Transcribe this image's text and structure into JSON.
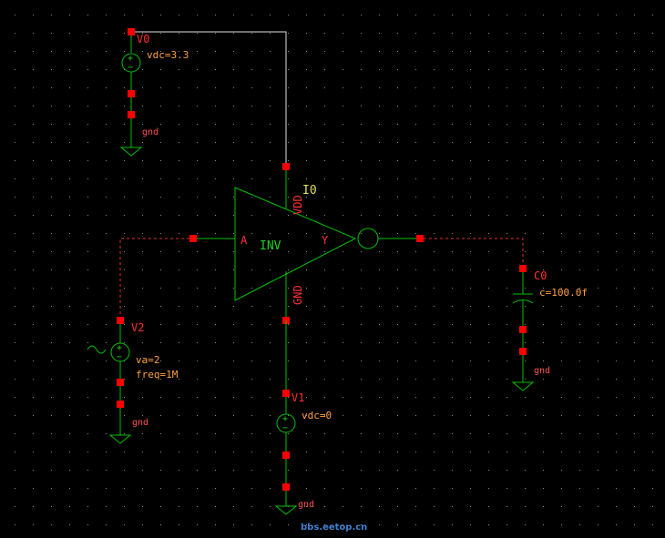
{
  "colors": {
    "background": "#000000",
    "wire": "#00c000",
    "pin": "#ff0000",
    "net_dashed": "#e03030",
    "label_orange": "#ffa040",
    "label_red": "#ff3030",
    "watermark": "#4080d0"
  },
  "components": {
    "v0": {
      "name": "V0",
      "param": "vdc=3.3",
      "ground": "gnd"
    },
    "v1": {
      "name": "V1",
      "param": "vdc=0",
      "ground": "gnd"
    },
    "v2": {
      "name": "V2",
      "param1": "va=2",
      "param2": "freq=1M",
      "ground": "gnd"
    },
    "c0": {
      "name": "C0",
      "param": "c=100.0f",
      "ground": "gnd"
    },
    "i0": {
      "name": "I0",
      "cell": "INV",
      "pin_a": "A",
      "pin_y": "Y",
      "pin_vdd": "VDD",
      "pin_gnd": "GND"
    }
  },
  "watermark": "bbs.eetop.cn"
}
